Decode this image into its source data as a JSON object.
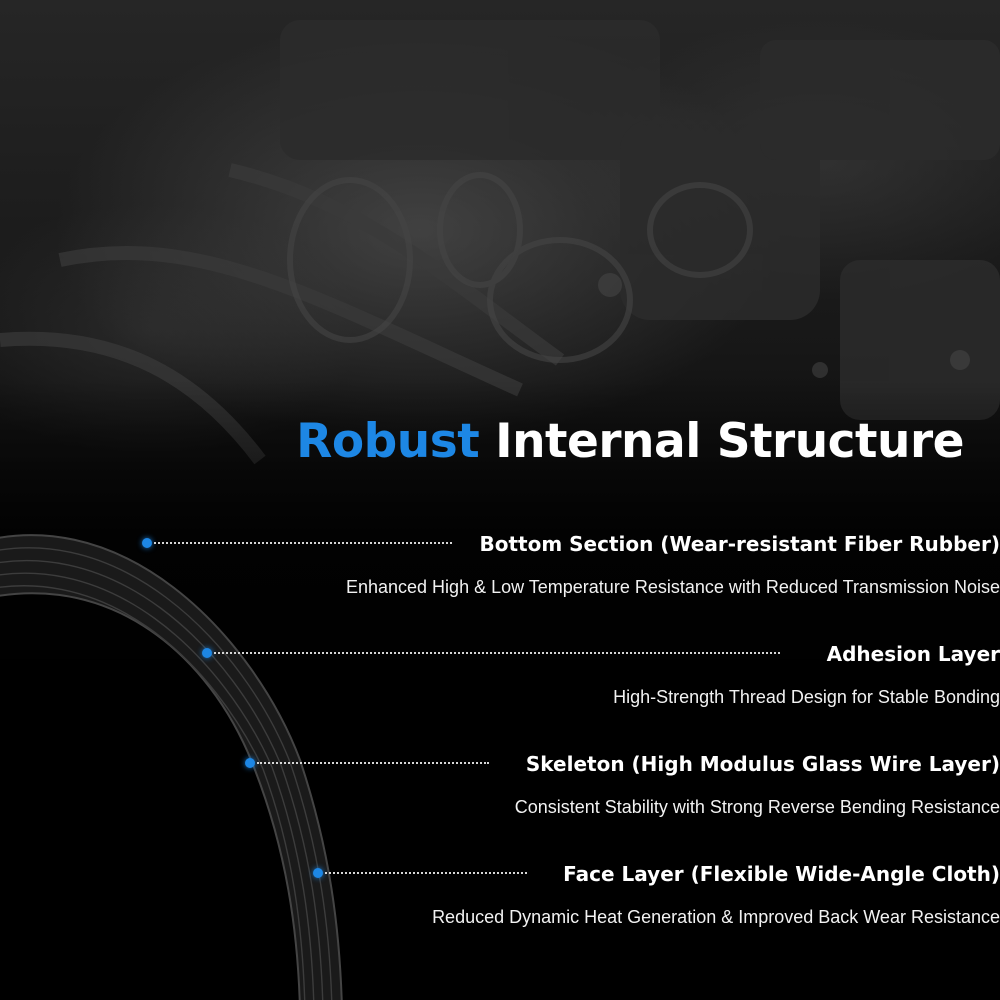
{
  "headline": {
    "accent_word": "Robust",
    "rest": "Internal Structure"
  },
  "colors": {
    "accent": "#1d87e5",
    "text": "#ffffff",
    "background": "#000000"
  },
  "background": {
    "icon": "engine-bay-photo"
  },
  "features": [
    {
      "title": "Bottom Section (Wear-resistant Fiber Rubber)",
      "description": "Enhanced High & Low Temperature Resistance with Reduced Transmission Noise"
    },
    {
      "title": "Adhesion Layer",
      "description": "High-Strength Thread Design for Stable Bonding"
    },
    {
      "title": "Skeleton (High Modulus Glass Wire Layer)",
      "description": "Consistent Stability with Strong Reverse Bending Resistance"
    },
    {
      "title": "Face Layer (Flexible Wide-Angle Cloth)",
      "description": "Reduced Dynamic Heat Generation & Improved Back Wear Resistance"
    }
  ]
}
